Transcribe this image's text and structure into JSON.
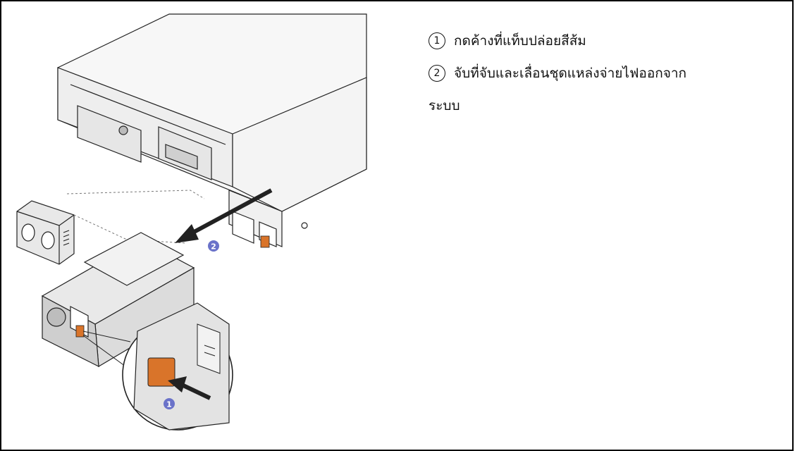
{
  "steps": [
    {
      "number": "1",
      "text": "กดค้างที่แท็บปล่อยสีส้ม"
    },
    {
      "number": "2",
      "text": "จับที่จับและเลื่อนชุดแหล่งจ่ายไฟออกจาก",
      "text_cont": "ระบบ"
    }
  ],
  "callouts": {
    "one": "1",
    "two": "2"
  },
  "colors": {
    "orange_tab": "#d9742a",
    "callout_blue": "#6a72c9",
    "line": "#222222",
    "fill_gray": "#d9d9d9"
  }
}
